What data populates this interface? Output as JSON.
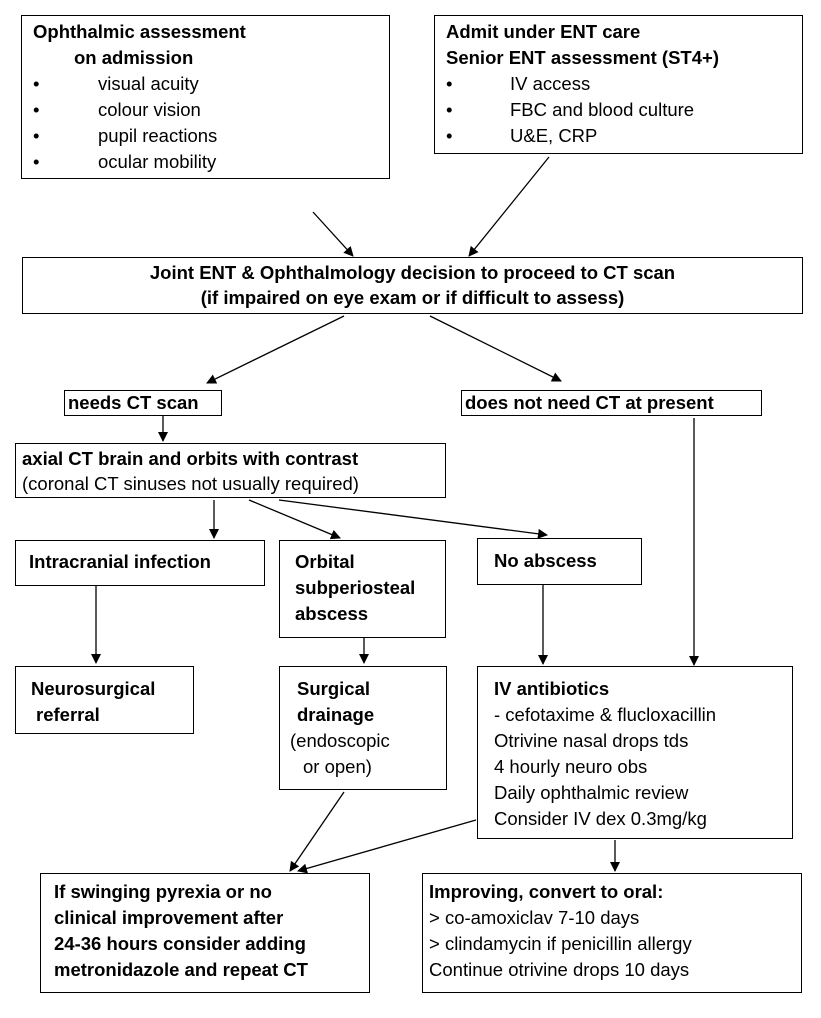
{
  "ophthalmic": {
    "title_line1": "Ophthalmic assessment",
    "title_line2": "on admission",
    "items": [
      "visual acuity",
      "colour vision",
      "pupil reactions",
      "ocular mobility"
    ]
  },
  "ent": {
    "title_line1": "Admit under ENT care",
    "title_line2": "Senior ENT assessment (ST4+)",
    "items": [
      "IV access",
      "FBC and blood culture",
      "U&E, CRP"
    ]
  },
  "bullet_glyph": "•",
  "joint_decision": {
    "line1": "Joint ENT & Ophthalmology decision to proceed to CT scan",
    "line2": "(if impaired on eye exam or if difficult to assess)"
  },
  "needs_ct": "needs CT scan",
  "no_ct": "does not need CT at present",
  "axial_ct": {
    "line1": "axial CT brain and orbits with contrast",
    "line2": "(coronal CT sinuses not usually required)"
  },
  "intracranial": "Intracranial infection",
  "orbital": {
    "line1": "Orbital",
    "line2": "subperiosteal",
    "line3": "abscess"
  },
  "no_abscess": "No abscess",
  "neurosurgical": {
    "line1": "Neurosurgical",
    "line2": "referral"
  },
  "surgical": {
    "line1": "Surgical",
    "line2": "drainage",
    "line3": "(endoscopic",
    "line4": "or open)"
  },
  "iv_antibiotics": {
    "title": "IV antibiotics",
    "lines": [
      " - cefotaxime & flucloxacillin",
      "Otrivine nasal drops tds",
      "4 hourly neuro obs",
      "Daily ophthalmic review",
      "Consider IV dex 0.3mg/kg"
    ]
  },
  "swinging": {
    "lines": [
      "If swinging pyrexia or no",
      "clinical improvement after",
      "24-36 hours consider adding",
      "metronidazole and repeat CT"
    ]
  },
  "improving": {
    "title": "Improving, convert to oral:",
    "lines": [
      "> co-amoxiclav 7-10 days",
      "> clindamycin if penicillin allergy",
      "Continue otrivine drops 10 days"
    ]
  }
}
